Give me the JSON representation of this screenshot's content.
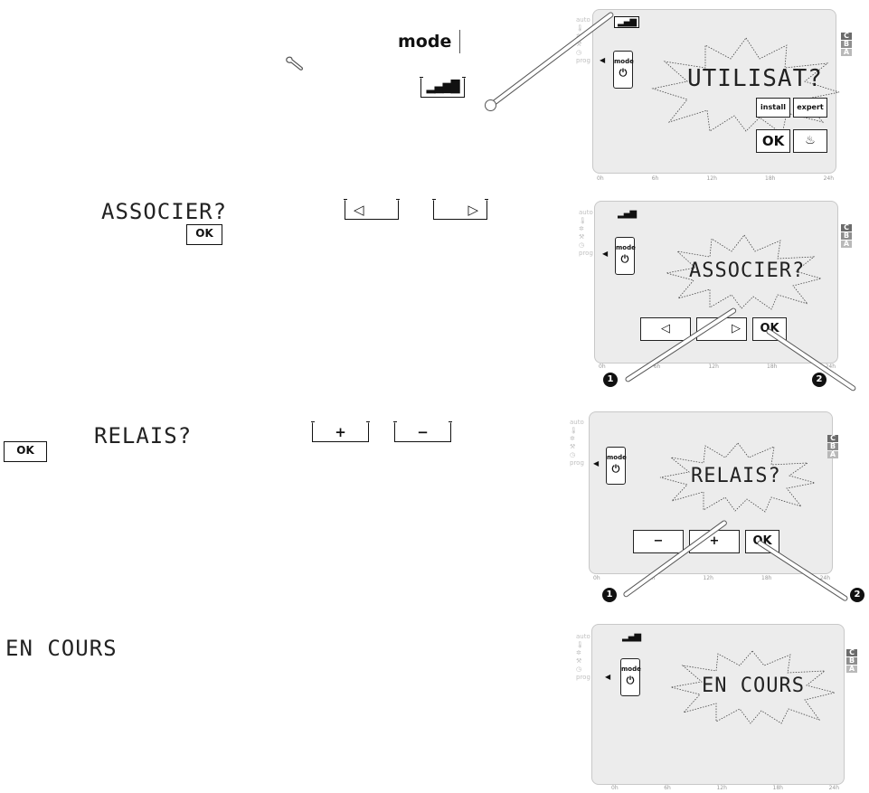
{
  "step1": {
    "mode_label": "mode",
    "display_text": "UTILISAT?",
    "install_label": "install",
    "expert_label": "expert",
    "ok_label": "OK"
  },
  "step2": {
    "display_text": "ASSOCIER?",
    "ok_label": "OK"
  },
  "step3": {
    "display_text": "RELAIS?",
    "plus_label": "+",
    "minus_label": "−",
    "ok_label": "OK"
  },
  "step4": {
    "display_text": "EN COURS"
  },
  "panel": {
    "side_labels": [
      "auto",
      "prog"
    ],
    "cba": [
      "C",
      "B",
      "A"
    ],
    "axis_ticks": [
      "0h",
      "6h",
      "12h",
      "18h",
      "24h"
    ],
    "mode_label": "mode",
    "callouts": [
      "1",
      "2"
    ]
  },
  "colors": {
    "panel_bg": "#ececec",
    "cba_c": "#6b6b6b",
    "cba_b": "#8e8e8e",
    "cba_a": "#b9b9b9"
  }
}
